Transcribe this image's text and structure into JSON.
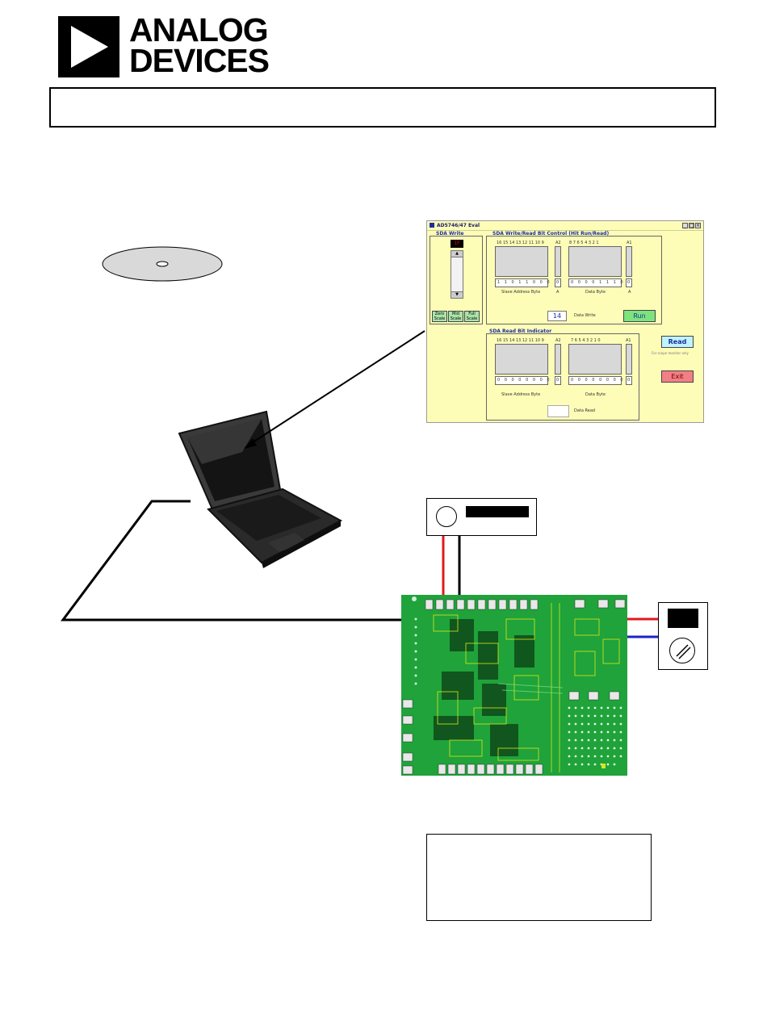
{
  "logo": {
    "line1": "ANALOG",
    "line2": "DEVICES"
  },
  "software_window": {
    "title": "AD5746/47 Eval",
    "minimize": "_",
    "maximize": "□",
    "close": "×",
    "sda_write_label": "SDA Write",
    "slider_value": "1F",
    "zero_scale": "Zero Scale",
    "mid_scale": "Mid Scale",
    "full_scale": "Full Scale",
    "write_group_label": "SDA Write/Read Bit Control (Hit Run/Read)",
    "write_slave_bits_header": "16 15 14 13 12 11 10 9",
    "write_a2": "A2",
    "write_data_bits_header": "8 7 6 5 4 3 2 1",
    "write_a1": "A1",
    "write_slave_digits": "1 1 0 1 1 0 0 0",
    "write_a2_digit": "0",
    "write_data_digits": "0 0 0 0 1 1 1 0",
    "write_a1_digit": "0",
    "slave_address_byte": "Slave Address Byte",
    "a_label": "A",
    "data_byte": "Data Byte",
    "data_write_value": "14",
    "data_write_label": "Data Write",
    "run_button": "Run",
    "read_group_label": "SDA Read Bit Indicator",
    "read_slave_bits_header": "16 15 14 13 12 11 10 9",
    "read_a2": "A2",
    "read_data_bits_header": "7 6 5 4 3 2 1 0",
    "read_a1": "A1",
    "read_slave_digits": "0 0 0 0 0 0 0 0",
    "read_a2_digit": "0",
    "read_data_digits": "0 0 0 0 0 0 0 0",
    "read_a1_digit": "0",
    "data_read_value": "",
    "data_read_label": "Data Read",
    "read_button": "Read",
    "read_note": "For scope monitor only",
    "exit_button": "Exit"
  },
  "colors": {
    "accent_blue": "#1a2ea0",
    "window_bg": "#fefdb8",
    "pcb_green": "#1fa33a",
    "pcb_trace": "#d9e51a",
    "wire_red": "#e0191d",
    "wire_blue": "#1a24c8",
    "run_green": "#7de37d",
    "read_cyan": "#bff3ff",
    "exit_red": "#f27f86"
  },
  "icons": [
    "analog-devices-logo-icon",
    "cd-disc-icon",
    "laptop-icon",
    "power-supply-icon",
    "multimeter-icon",
    "evaluation-board-icon"
  ]
}
